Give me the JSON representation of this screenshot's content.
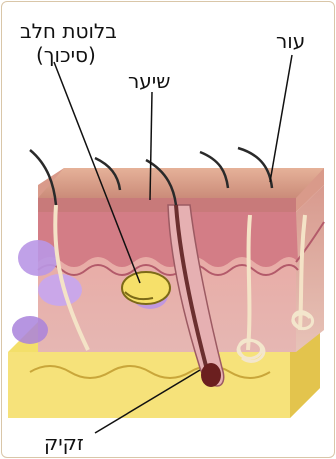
{
  "labels": {
    "gland_line1": "בלוטת חלב",
    "gland_line2": "(סיכוך)",
    "hair": "שיער",
    "skin": "עור",
    "follicle": "זקיק"
  }
}
